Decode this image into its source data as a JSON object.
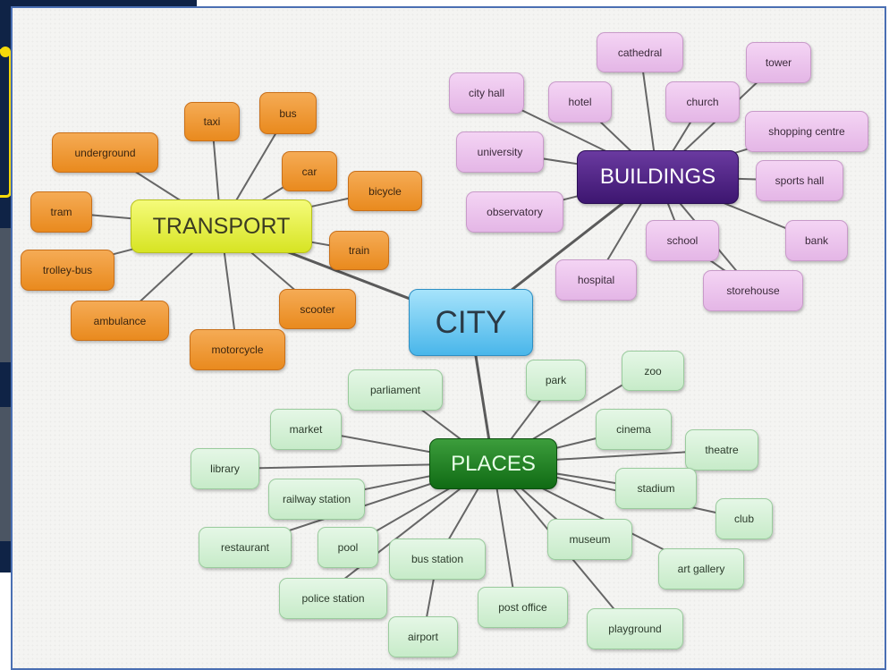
{
  "hubs": {
    "city": "CITY",
    "transport": "TRANSPORT",
    "buildings": "BUILDINGS",
    "places": "PLACES"
  },
  "transport_nodes": [
    "taxi",
    "bus",
    "underground",
    "car",
    "bicycle",
    "tram",
    "train",
    "trolley-bus",
    "scooter",
    "ambulance",
    "motorcycle"
  ],
  "building_nodes": [
    "cathedral",
    "tower",
    "city hall",
    "hotel",
    "church",
    "shopping centre",
    "university",
    "sports hall",
    "observatory",
    "school",
    "bank",
    "hospital",
    "storehouse"
  ],
  "place_nodes": [
    "zoo",
    "park",
    "parliament",
    "market",
    "cinema",
    "theatre",
    "library",
    "railway station",
    "stadium",
    "club",
    "restaurant",
    "pool",
    "museum",
    "bus station",
    "art gallery",
    "police station",
    "post office",
    "playground",
    "airport"
  ],
  "colors": {
    "transport_leaf": "#f0a040",
    "building_leaf": "#ecc6ee",
    "place_leaf": "#d6f1d7",
    "transport_hub": "#e6ef3a",
    "buildings_hub": "#4e2484",
    "city_hub": "#6cc8f0",
    "places_hub": "#1f7f22",
    "connector": "#555555"
  }
}
